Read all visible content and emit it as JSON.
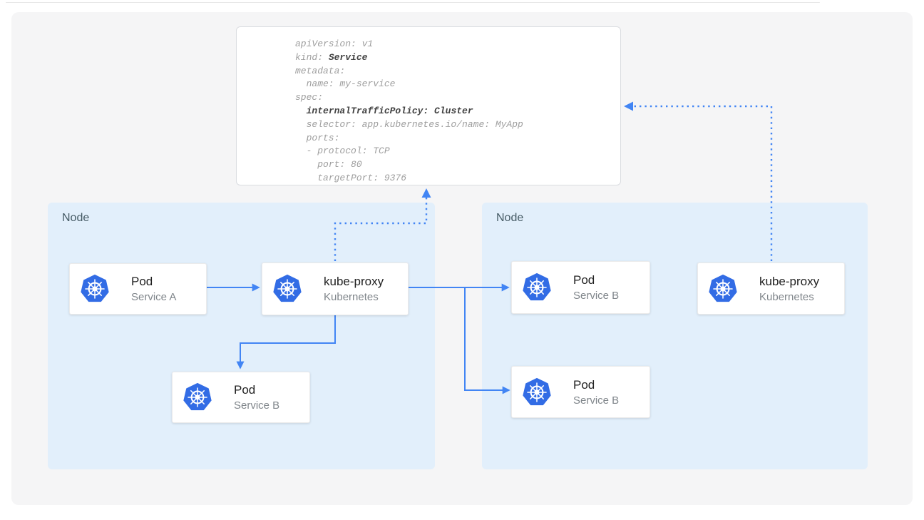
{
  "colors": {
    "node_fill": "#e2effb",
    "arrow": "#4285f4",
    "kubernetes_blue": "#326ce5",
    "yaml_text": "#9e9e9e",
    "yaml_bold_text": "#424242",
    "card_title": "#212121",
    "card_subtitle": "#80868b",
    "node_label": "#455a64",
    "panel_background": "#f5f5f6"
  },
  "yaml_card": {
    "lines": [
      {
        "parts": [
          {
            "t": "apiVersion: v1",
            "b": false
          }
        ]
      },
      {
        "parts": [
          {
            "t": "kind: ",
            "b": false
          },
          {
            "t": "Service",
            "b": true
          }
        ]
      },
      {
        "parts": [
          {
            "t": "metadata:",
            "b": false
          }
        ]
      },
      {
        "parts": [
          {
            "t": "  name: my-service",
            "b": false
          }
        ]
      },
      {
        "parts": [
          {
            "t": "spec:",
            "b": false
          }
        ]
      },
      {
        "parts": [
          {
            "t": "  ",
            "b": false
          },
          {
            "t": "internalTrafficPolicy: Cluster",
            "b": true
          }
        ]
      },
      {
        "parts": [
          {
            "t": "  selector: app.kubernetes.io/name: MyApp",
            "b": false
          }
        ]
      },
      {
        "parts": [
          {
            "t": "  ports:",
            "b": false
          }
        ]
      },
      {
        "parts": [
          {
            "t": "  - protocol: TCP",
            "b": false
          }
        ]
      },
      {
        "parts": [
          {
            "t": "    port: 80",
            "b": false
          }
        ]
      },
      {
        "parts": [
          {
            "t": "    targetPort: 9376",
            "b": false
          }
        ]
      }
    ]
  },
  "nodes": [
    {
      "label": "Node"
    },
    {
      "label": "Node"
    }
  ],
  "cards": {
    "pod_a": {
      "title": "Pod",
      "subtitle": "Service A",
      "icon": "kubernetes-icon"
    },
    "kube_proxy_left": {
      "title": "kube-proxy",
      "subtitle": "Kubernetes",
      "icon": "kubernetes-icon"
    },
    "pod_b_left": {
      "title": "Pod",
      "subtitle": "Service B",
      "icon": "kubernetes-icon"
    },
    "pod_b_right_top": {
      "title": "Pod",
      "subtitle": "Service B",
      "icon": "kubernetes-icon"
    },
    "pod_b_right_bottom": {
      "title": "Pod",
      "subtitle": "Service B",
      "icon": "kubernetes-icon"
    },
    "kube_proxy_right": {
      "title": "kube-proxy",
      "subtitle": "Kubernetes",
      "icon": "kubernetes-icon"
    }
  }
}
